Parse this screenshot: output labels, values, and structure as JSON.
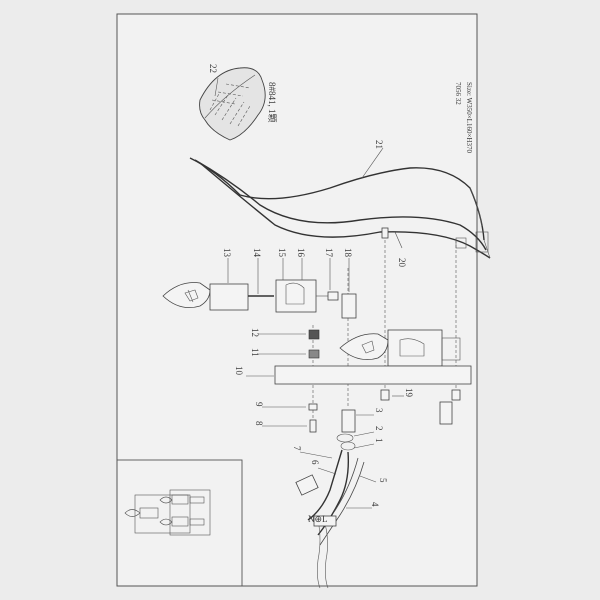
{
  "model": "7056 32",
  "size": "Size: W350×L160×H370",
  "crystal": "8#841, 1颗",
  "part_labels": [
    "22",
    "21",
    "13",
    "14",
    "15",
    "16",
    "17",
    "18",
    "20",
    "12",
    "11",
    "10",
    "9",
    "8",
    "7",
    "6",
    "5",
    "4",
    "3",
    "2",
    "19",
    "1"
  ],
  "wiring": "N⊕L",
  "colors": {
    "paper": "#ececec",
    "ink": "#444444"
  }
}
